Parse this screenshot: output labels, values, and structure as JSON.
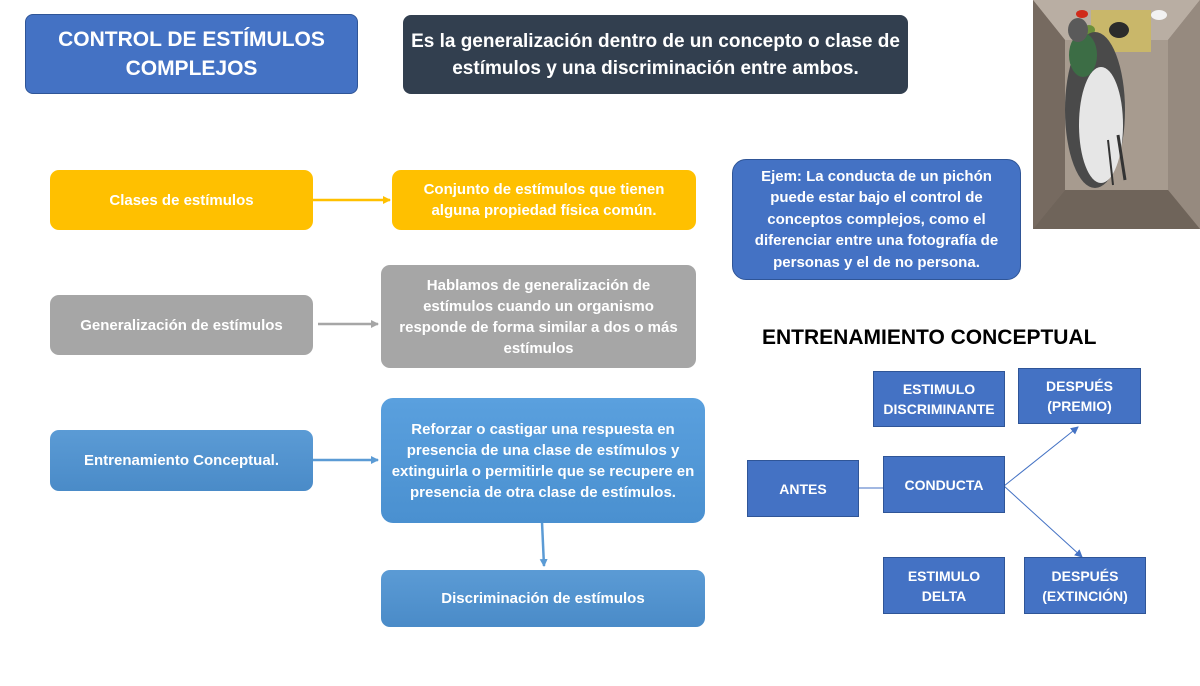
{
  "header": {
    "title": "CONTROL DE ESTÍMULOS COMPLEJOS",
    "definition": "Es la generalización dentro de un concepto o clase de estímulos y una discriminación entre ambos."
  },
  "flow": {
    "clases": {
      "label": "Clases de estímulos",
      "desc": "Conjunto de estímulos que tienen alguna propiedad física común."
    },
    "generalizacion": {
      "label": "Generalización de estímulos",
      "desc": "Hablamos de generalización de estímulos cuando un organismo responde de forma similar a dos o más estímulos"
    },
    "entrenamiento": {
      "label": "Entrenamiento Conceptual.",
      "desc": "Reforzar o castigar una respuesta en presencia de una clase de estímulos y extinguirla o permitirle que se recupere en presencia de otra clase de estímulos."
    },
    "discriminacion": {
      "label": "Discriminación de estímulos"
    }
  },
  "example": {
    "text": "Ejem: La conducta de un pichón puede estar bajo el control de conceptos complejos, como el diferenciar entre una fotografía de personas y el de no persona."
  },
  "conceptual": {
    "heading": "ENTRENAMIENTO CONCEPTUAL",
    "estimulo_discriminante": "ESTIMULO DISCRIMINANTE",
    "despues_premio": "DESPUÉS (PREMIO)",
    "antes": "ANTES",
    "conducta": "CONDUCTA",
    "estimulo_delta": "ESTIMULO DELTA",
    "despues_extincion": "DESPUÉS (EXTINCIÓN)"
  },
  "colors": {
    "yellow": "#ffc000",
    "gray": "#a6a6a6",
    "blue": "#5b9bd5",
    "dark_blue": "#4472c4",
    "navy": "#323f4f"
  }
}
